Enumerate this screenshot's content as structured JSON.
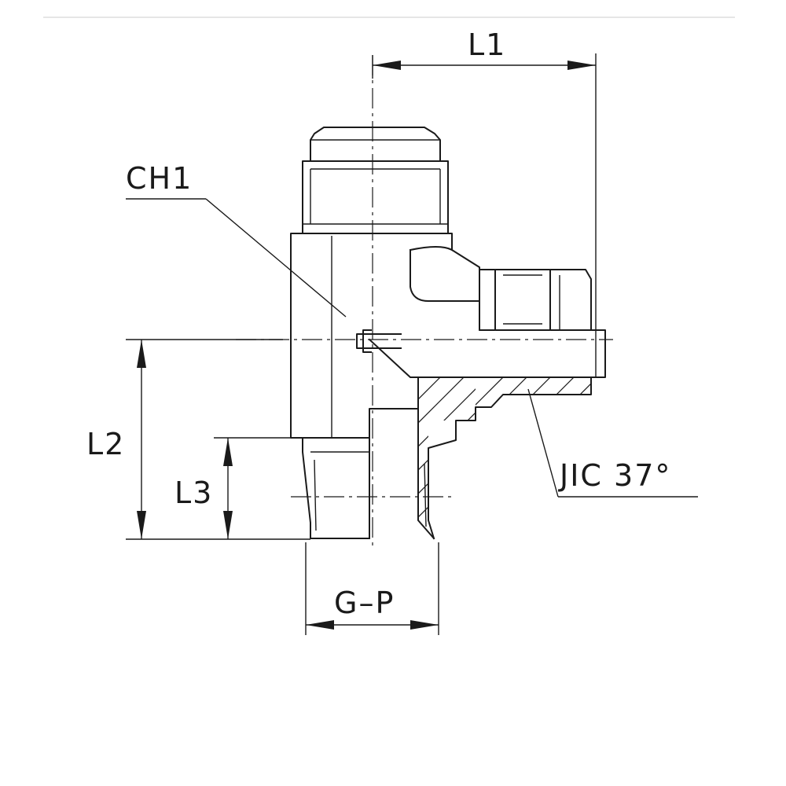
{
  "labels": {
    "l1": "L1",
    "l2": "L2",
    "l3": "L3",
    "ch1": "CH1",
    "gp": "G–P",
    "jic": "JIC 37°"
  },
  "colors": {
    "line": "#1a1a1a",
    "background": "#ffffff"
  }
}
